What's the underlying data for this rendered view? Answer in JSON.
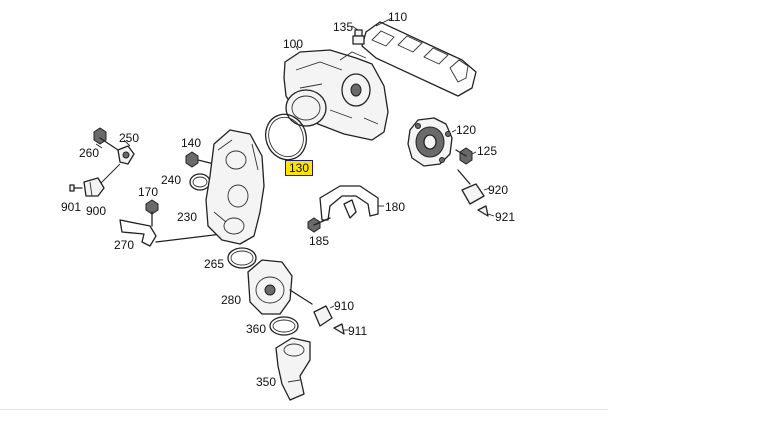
{
  "diagram": {
    "highlight_color": "#ffe400",
    "highlight_border": "#1a1a80",
    "parts": [
      {
        "id": "110",
        "label": "110"
      },
      {
        "id": "135",
        "label": "135"
      },
      {
        "id": "100",
        "label": "100"
      },
      {
        "id": "120",
        "label": "120"
      },
      {
        "id": "125",
        "label": "125"
      },
      {
        "id": "130",
        "label": "130",
        "highlighted": true
      },
      {
        "id": "260",
        "label": "260"
      },
      {
        "id": "250",
        "label": "250"
      },
      {
        "id": "140",
        "label": "140"
      },
      {
        "id": "240",
        "label": "240"
      },
      {
        "id": "901",
        "label": "901"
      },
      {
        "id": "900",
        "label": "900"
      },
      {
        "id": "170",
        "label": "170"
      },
      {
        "id": "230",
        "label": "230"
      },
      {
        "id": "270",
        "label": "270"
      },
      {
        "id": "180",
        "label": "180"
      },
      {
        "id": "185",
        "label": "185"
      },
      {
        "id": "920",
        "label": "920"
      },
      {
        "id": "921",
        "label": "921"
      },
      {
        "id": "265",
        "label": "265"
      },
      {
        "id": "280",
        "label": "280"
      },
      {
        "id": "910",
        "label": "910"
      },
      {
        "id": "360",
        "label": "360"
      },
      {
        "id": "911",
        "label": "911"
      },
      {
        "id": "350",
        "label": "350"
      }
    ]
  }
}
